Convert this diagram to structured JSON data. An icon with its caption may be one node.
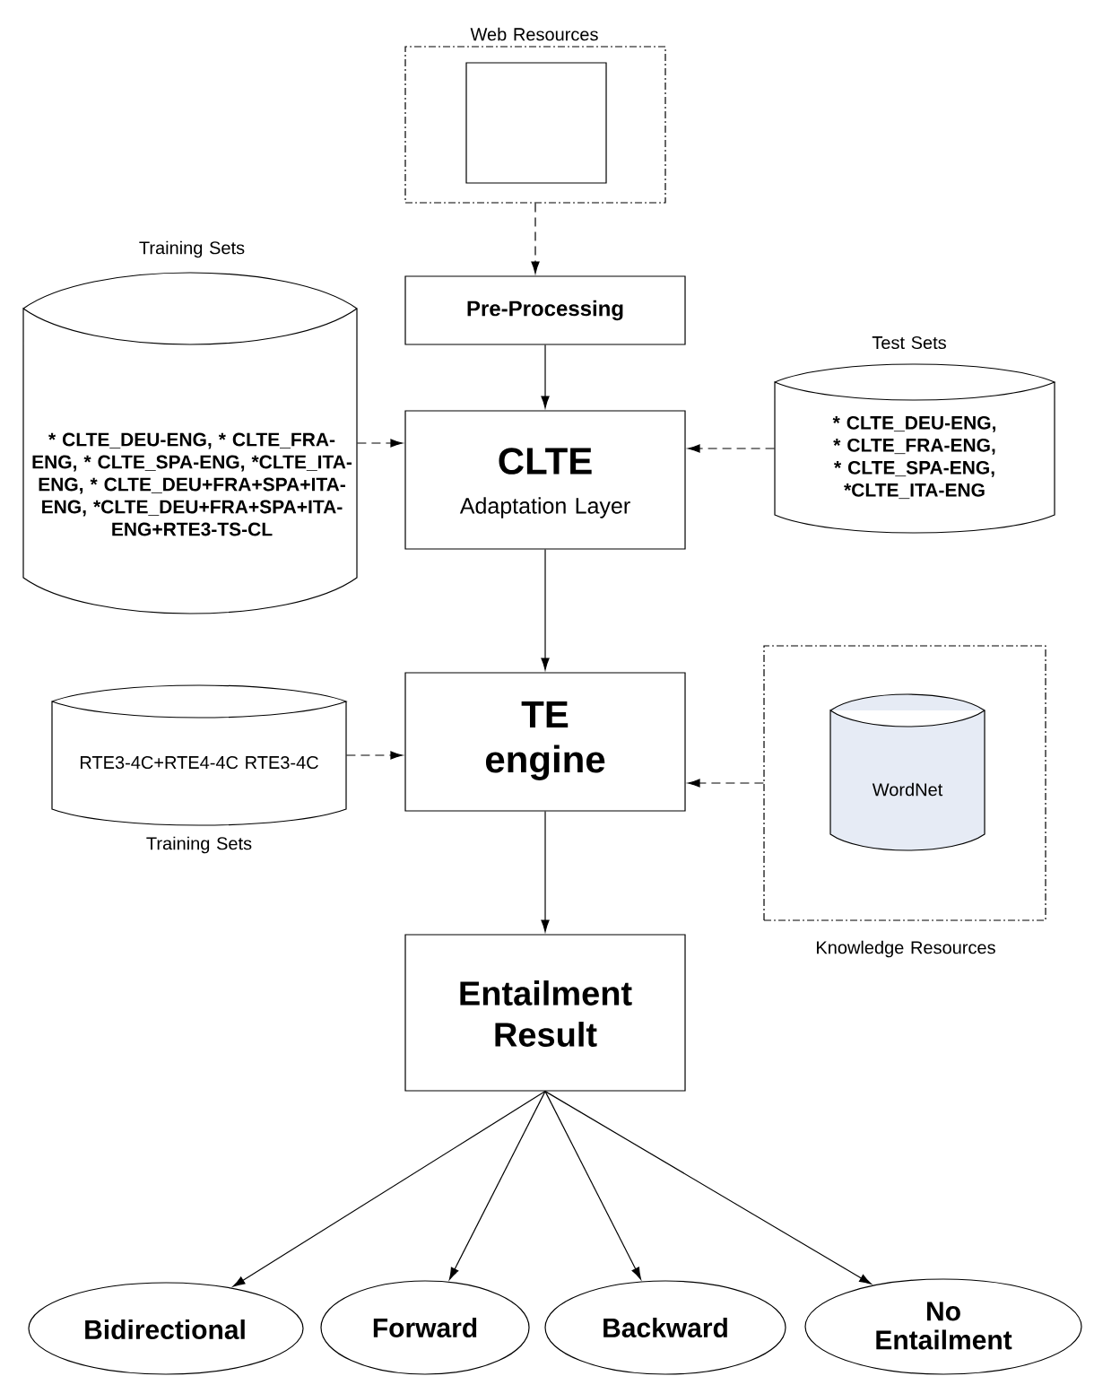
{
  "diagram": {
    "nodes": [
      {
        "text": [
          "Web Resources"
        ]
      },
      {
        "text": [],
        "shape": "box",
        "in": 0
      },
      {
        "text": [
          "Pre-Processing"
        ]
      },
      {
        "text": [
          "Training Sets",
          "* CLTE_DEU-ENG, * CLTE_FRA-ENG, * CLTE_SPA-ENG, *CLTE_ITA-ENG, * CLTE_DEU+FRA+SPA+ITA-ENG, *CLTE_DEU+FRA+SPA+ITA-ENG+RTE3-TS-CL"
        ]
      },
      {
        "text": [
          "CLTE",
          "Adaptation Layer"
        ]
      },
      {
        "text": [
          "Test Sets",
          "* CLTE_DEU-ENG, * CLTE_FRA-ENG, * CLTE_SPA-ENG, *CLTE_ITA-ENG"
        ]
      },
      {
        "text": [
          "RTE3-4C+RTE4-4C RTE3-4C",
          "Training Sets"
        ]
      },
      {
        "text": [
          "TE engine"
        ]
      },
      {
        "text": [
          "Knowledge Resources"
        ]
      },
      {
        "text": [
          "WordNet"
        ],
        "in": 8
      },
      {
        "text": [
          "Entailment Result"
        ]
      },
      {
        "text": [
          "Bidirectional"
        ]
      },
      {
        "text": [
          "Forward"
        ]
      },
      {
        "text": [
          "Backward"
        ]
      },
      {
        "text": [
          "No Entailment"
        ]
      }
    ],
    "edges": [
      {
        "from": 0,
        "to": 2,
        "arrow": "to",
        "style": "dashed"
      },
      {
        "from": 2,
        "to": 4,
        "arrow": "to"
      },
      {
        "from": 3,
        "to": 4,
        "arrow": "to",
        "style": "dashed"
      },
      {
        "from": 5,
        "to": 4,
        "arrow": "to",
        "style": "dashed"
      },
      {
        "from": 4,
        "to": 7,
        "arrow": "to"
      },
      {
        "from": 6,
        "to": 7,
        "arrow": "to",
        "style": "dashed"
      },
      {
        "from": 8,
        "to": 7,
        "arrow": "to",
        "style": "dashed"
      },
      {
        "from": 7,
        "to": 10,
        "arrow": "to"
      },
      {
        "from": 10,
        "to": 11,
        "arrow": "to"
      },
      {
        "from": 10,
        "to": 12,
        "arrow": "to"
      },
      {
        "from": 10,
        "to": 13,
        "arrow": "to"
      },
      {
        "from": 10,
        "to": 14,
        "arrow": "to"
      }
    ]
  }
}
